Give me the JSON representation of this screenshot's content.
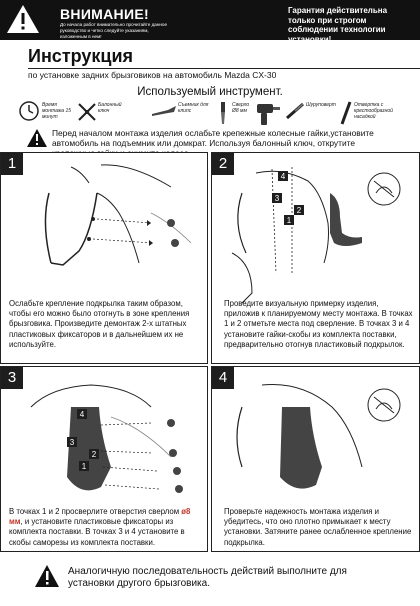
{
  "header": {
    "warning_title": "ВНИМАНИЕ!",
    "warning_sub": "До начала работ внимательно прочитайте данное руководство и четко следуйте указаниям, изложенным в нем!",
    "guarantee": "Гарантия действительна только при строгом соблюдении технологии установки!"
  },
  "title": "Инструкция",
  "subtitle": "по установке задних брызговиков на автомобиль Mazda CX-30",
  "tools": {
    "title": "Используемый инструмент.",
    "items": [
      {
        "label": "Время монтажа 15 минут",
        "icon": "clock-icon"
      },
      {
        "label": "Балонный ключ",
        "icon": "wheel-wrench-icon"
      },
      {
        "label": "Съемник для клипс",
        "icon": "clip-remover-icon"
      },
      {
        "label": "Сверло Ø8 мм",
        "icon": "drill-bit-icon"
      },
      {
        "label": "",
        "icon": "screwdriver-drill-icon"
      },
      {
        "label": "Шуруповерт",
        "icon": "screwdriver-icon"
      },
      {
        "label": "Отвертка с крестообразной насадкой",
        "icon": "phillips-screwdriver-icon"
      }
    ]
  },
  "prewarning": "Перед началом монтажа изделия ослабьте крепежные колесные гайки,установите автомобиль на подъемник или домкрат. Используя балонный ключ, открутите крепежные гайки и снимите колесо.",
  "steps": [
    {
      "num": "1",
      "text": "Ослабьте крепление подкрылка таким образом, чтобы его можно было отогнуть в зоне крепления брызговика. Произведите демонтаж 2-х штатных пластиковых фиксаторов и в дальнейшем их не используйте."
    },
    {
      "num": "2",
      "text": "Проведите визуальную примерку изделия, приложив к планируемому месту монтажа. В точках 1 и 2 отметьте места под сверление. В точках 3 и 4 установите гайки-скобы из комплекта поставки, предварительно отогнув пластиковый подкрылок."
    },
    {
      "num": "3",
      "text_a": "В точках 1 и 2  просверлите отверстия сверлом ",
      "text_b": "ø8 мм",
      "text_c": ", и установите пластиковые фиксаторы из комплекта поставки. В точках 3 и 4 установите в скобы саморезы из комплекта поставки."
    },
    {
      "num": "4",
      "text": "Проверьте надежность монтажа изделия и убедитесь, что оно плотно примыкает к месту установки. Затяните ранее ослабленное крепление подкрылка."
    }
  ],
  "callouts": {
    "p1": "1",
    "p2": "2",
    "p3": "3",
    "p4": "4"
  },
  "footer": "Аналогичную последовательность действий выполните для установки другого брызговика.",
  "colors": {
    "dark": "#1e1e1e",
    "drill_size": "#c0392b"
  }
}
